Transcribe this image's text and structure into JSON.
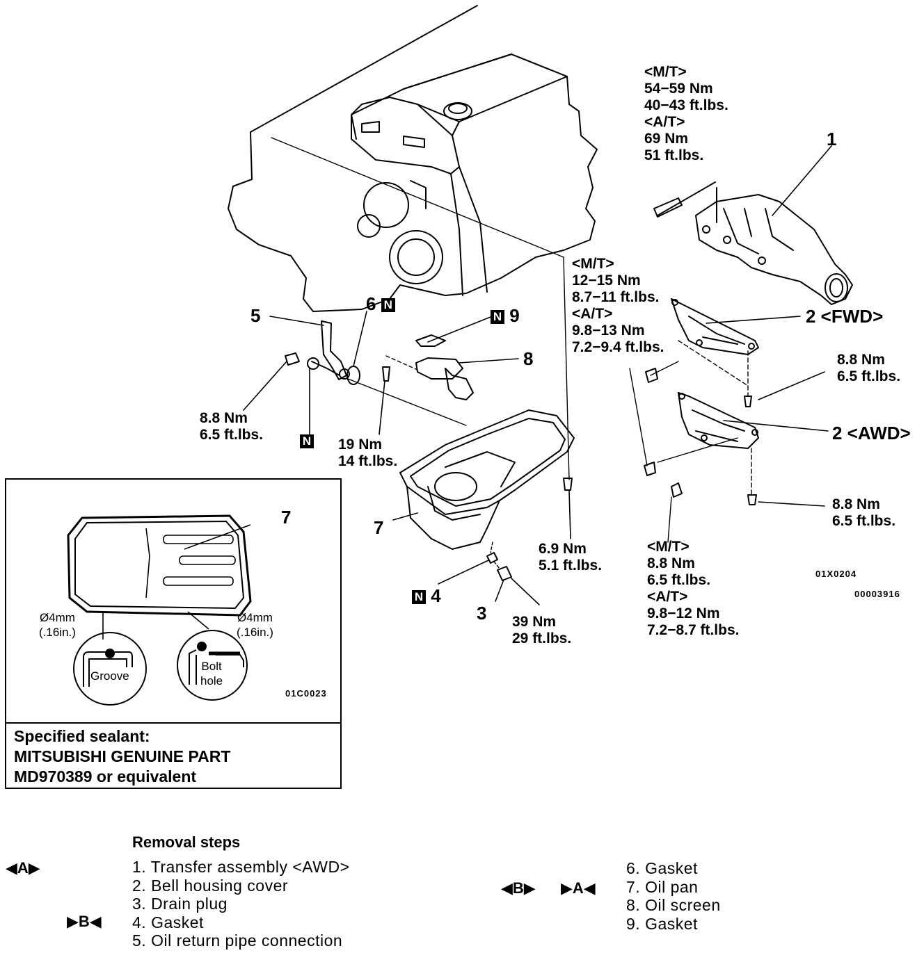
{
  "callouts": {
    "transfer_torque": {
      "mt_tag": "<M/T>",
      "mt_nm": "54−59 Nm",
      "mt_ftlbs": "40−43 ft.lbs.",
      "at_tag": "<A/T>",
      "at_nm": "69 Nm",
      "at_ftlbs": "51 ft.lbs."
    },
    "bell_upper_torque": {
      "mt_tag": "<M/T>",
      "mt_nm": "12−15 Nm",
      "mt_ftlbs": "8.7−11 ft.lbs.",
      "at_tag": "<A/T>",
      "at_nm": "9.8−13 Nm",
      "at_ftlbs": "7.2−9.4 ft.lbs."
    },
    "fwd_cover_torque": {
      "nm": "8.8 Nm",
      "ftlbs": "6.5 ft.lbs."
    },
    "awd_cover_torque": {
      "nm": "8.8 Nm",
      "ftlbs": "6.5 ft.lbs."
    },
    "lower_torque": {
      "mt_tag": "<M/T>",
      "mt_nm": "8.8 Nm",
      "mt_ftlbs": "6.5 ft.lbs.",
      "at_tag": "<A/T>",
      "at_nm": "9.8−12 Nm",
      "at_ftlbs": "7.2−8.7 ft.lbs."
    },
    "return_pipe_torque": {
      "nm": "8.8 Nm",
      "ftlbs": "6.5 ft.lbs."
    },
    "screen_torque": {
      "nm": "19 Nm",
      "ftlbs": "14 ft.lbs."
    },
    "pan_bolt_torque": {
      "nm": "6.9 Nm",
      "ftlbs": "5.1 ft.lbs."
    },
    "drain_torque": {
      "nm": "39 Nm",
      "ftlbs": "29 ft.lbs."
    }
  },
  "part_labels": {
    "p1": "1",
    "p2_fwd": "2 <FWD>",
    "p2_awd": "2 <AWD>",
    "p3": "3",
    "p4": "4",
    "p5": "5",
    "p6": "6",
    "p7": "7",
    "p7_inset": "7",
    "p8": "8",
    "p9": "9",
    "new_badge": "N"
  },
  "codes": {
    "main_fig": "01X0204",
    "doc_id": "00003916",
    "inset_fig": "01C0023"
  },
  "inset": {
    "left_diameter": "Ø4mm",
    "left_inch": "(.16in.)",
    "right_diameter": "Ø4mm",
    "right_inch": "(.16in.)",
    "groove": "Groove",
    "bolt": "Bolt",
    "hole": "hole"
  },
  "sealant": {
    "line1": "Specified sealant:",
    "line2": "MITSUBISHI GENUINE PART",
    "line3": "MD970389 or equivalent"
  },
  "removal": {
    "title": "Removal steps",
    "markers": {
      "a_right": "◀A▶",
      "b_left": "▶B◀",
      "b_mid": "◀B▶",
      "a_mid": "▶A◀"
    },
    "steps_left": [
      "1. Transfer assembly <AWD>",
      "2. Bell housing cover",
      "3. Drain plug",
      "4. Gasket",
      "5. Oil return pipe connection"
    ],
    "steps_right": [
      "6. Gasket",
      "7. Oil pan",
      "8. Oil screen",
      "9. Gasket"
    ]
  }
}
